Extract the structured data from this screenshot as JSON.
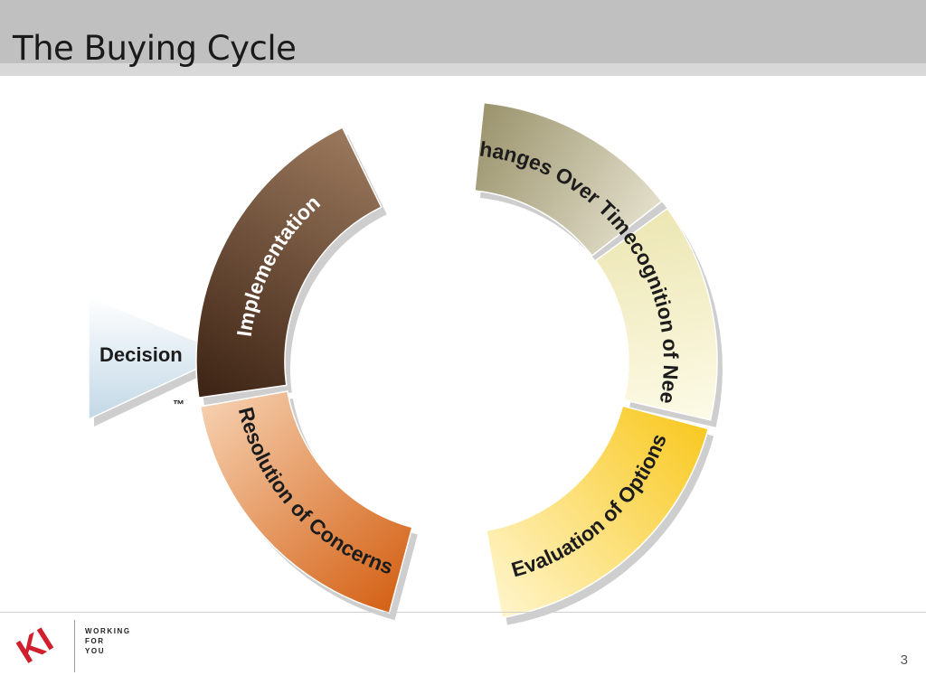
{
  "slide": {
    "title": "The Buying Cycle",
    "page_number": "3"
  },
  "cycle": {
    "segments": [
      {
        "id": "changes",
        "label": "Changes Over Time",
        "color_light": "#e4e0cc",
        "color_dark": "#98916a",
        "text_color": "#1c1c1c"
      },
      {
        "id": "recognition",
        "label": "Recognition of Needs",
        "color_light": "#fdfbe8",
        "color_dark": "#ece6b2",
        "text_color": "#1c1c1c"
      },
      {
        "id": "evaluation",
        "label": "Evaluation of Options",
        "color_light": "#fff6cf",
        "color_dark": "#f8c81e",
        "text_color": "#1c1c1c"
      },
      {
        "id": "resolution",
        "label": "Resolution of Concerns",
        "color_light": "#f6d2b2",
        "color_dark": "#d35f12",
        "text_color": "#1c1c1c"
      },
      {
        "id": "implementation",
        "label": "Implementation",
        "color_light": "#9c7a5e",
        "color_dark": "#3a2112",
        "text_color": "#ffffff"
      }
    ],
    "decision": {
      "label": "Decision",
      "trademark": "™",
      "color_light": "#ffffff",
      "color_dark": "#c2d8e6"
    }
  },
  "footer": {
    "logo_text": "KI",
    "logo_color": "#d0202e",
    "tagline": [
      "WORKING",
      "FOR",
      "YOU"
    ]
  }
}
